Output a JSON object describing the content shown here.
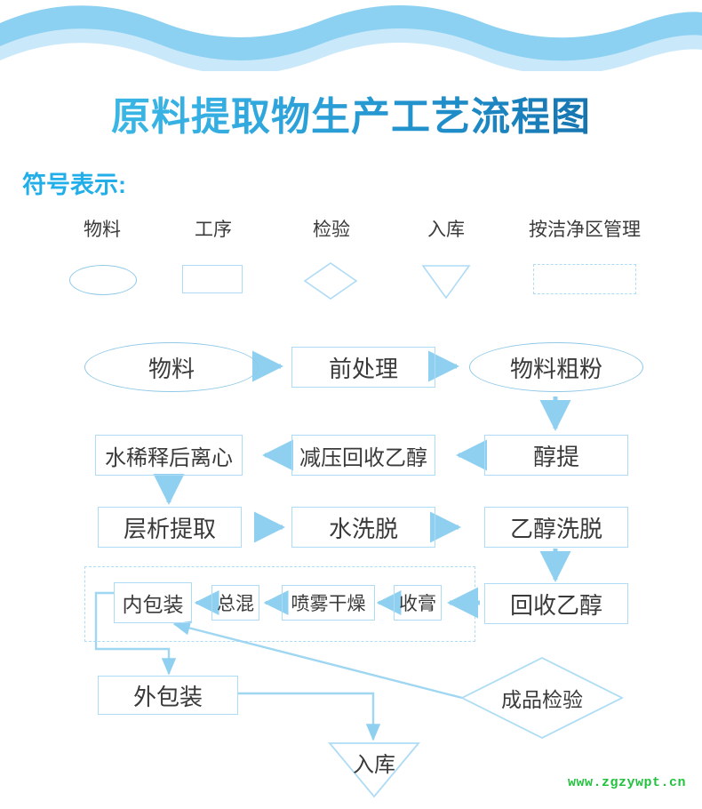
{
  "page": {
    "title": "原料提取物生产工艺流程图",
    "watermark": "www.zgzywpt.cn",
    "colors": {
      "wave_dark": "#8DD1F2",
      "wave_light": "#C9E9FA",
      "title_gradient_start": "#3FC0E8",
      "title_gradient_end": "#10619B",
      "legend_heading": "#22AEE8",
      "shape_stroke": "#AEDBF5",
      "ellipse_stroke": "#8FC9E8",
      "arrow_fill": "#8FD0F0",
      "text": "#3A3A3A",
      "watermark": "#22C23E"
    }
  },
  "legend": {
    "heading": "符号表示:",
    "items": [
      {
        "label": "物料",
        "shape": "ellipse",
        "icon_name": "ellipse-shape-icon"
      },
      {
        "label": "工序",
        "shape": "rectangle",
        "icon_name": "rectangle-shape-icon"
      },
      {
        "label": "检验",
        "shape": "diamond",
        "icon_name": "diamond-shape-icon"
      },
      {
        "label": "入库",
        "shape": "triangle",
        "icon_name": "triangle-shape-icon"
      },
      {
        "label": "按洁净区管理",
        "shape": "dashed-rect",
        "icon_name": "dashed-rectangle-shape-icon"
      }
    ]
  },
  "flow": {
    "clean_zone_label": "按洁净区管理",
    "nodes": [
      {
        "id": "wuliao",
        "label": "物料",
        "shape": "ellipse"
      },
      {
        "id": "qianchuli",
        "label": "前处理",
        "shape": "rect"
      },
      {
        "id": "wuliaocufen",
        "label": "物料粗粉",
        "shape": "ellipse"
      },
      {
        "id": "chunti",
        "label": "醇提",
        "shape": "rect"
      },
      {
        "id": "jianyahuishou",
        "label": "减压回收乙醇",
        "shape": "rect"
      },
      {
        "id": "shuixishi",
        "label": "水稀释后离心",
        "shape": "rect"
      },
      {
        "id": "cengxi",
        "label": "层析提取",
        "shape": "rect"
      },
      {
        "id": "shuixituo",
        "label": "水洗脱",
        "shape": "rect"
      },
      {
        "id": "yichunxituo",
        "label": "乙醇洗脱",
        "shape": "rect"
      },
      {
        "id": "huishouyichun",
        "label": "回收乙醇",
        "shape": "rect"
      },
      {
        "id": "shougao",
        "label": "收膏",
        "shape": "rect"
      },
      {
        "id": "penwuganzao",
        "label": "喷雾干燥",
        "shape": "rect"
      },
      {
        "id": "zonghun",
        "label": "总混",
        "shape": "rect"
      },
      {
        "id": "neibaozhuang",
        "label": "内包装",
        "shape": "rect"
      },
      {
        "id": "waibaozhuang",
        "label": "外包装",
        "shape": "rect"
      },
      {
        "id": "chengpinjianyan",
        "label": "成品检验",
        "shape": "diamond"
      },
      {
        "id": "ruku",
        "label": "入库",
        "shape": "triangle"
      }
    ],
    "edges": [
      {
        "from": "wuliao",
        "to": "qianchuli",
        "dir": "right"
      },
      {
        "from": "qianchuli",
        "to": "wuliaocufen",
        "dir": "right"
      },
      {
        "from": "wuliaocufen",
        "to": "chunti",
        "dir": "down"
      },
      {
        "from": "chunti",
        "to": "jianyahuishou",
        "dir": "left"
      },
      {
        "from": "jianyahuishou",
        "to": "shuixishi",
        "dir": "left"
      },
      {
        "from": "shuixishi",
        "to": "cengxi",
        "dir": "down"
      },
      {
        "from": "cengxi",
        "to": "shuixituo",
        "dir": "right"
      },
      {
        "from": "shuixituo",
        "to": "yichunxituo",
        "dir": "right"
      },
      {
        "from": "yichunxituo",
        "to": "huishouyichun",
        "dir": "down"
      },
      {
        "from": "huishouyichun",
        "to": "shougao",
        "dir": "left"
      },
      {
        "from": "shougao",
        "to": "penwuganzao",
        "dir": "left"
      },
      {
        "from": "penwuganzao",
        "to": "zonghun",
        "dir": "left"
      },
      {
        "from": "zonghun",
        "to": "neibaozhuang",
        "dir": "left"
      },
      {
        "from": "neibaozhuang",
        "to": "waibaozhuang",
        "dir": "elbow-left-down"
      },
      {
        "from": "waibaozhuang",
        "to": "ruku",
        "dir": "elbow-right-down"
      },
      {
        "from": "chengpinjianyan",
        "to": "neibaozhuang",
        "dir": "diagonal-up-left"
      }
    ]
  }
}
